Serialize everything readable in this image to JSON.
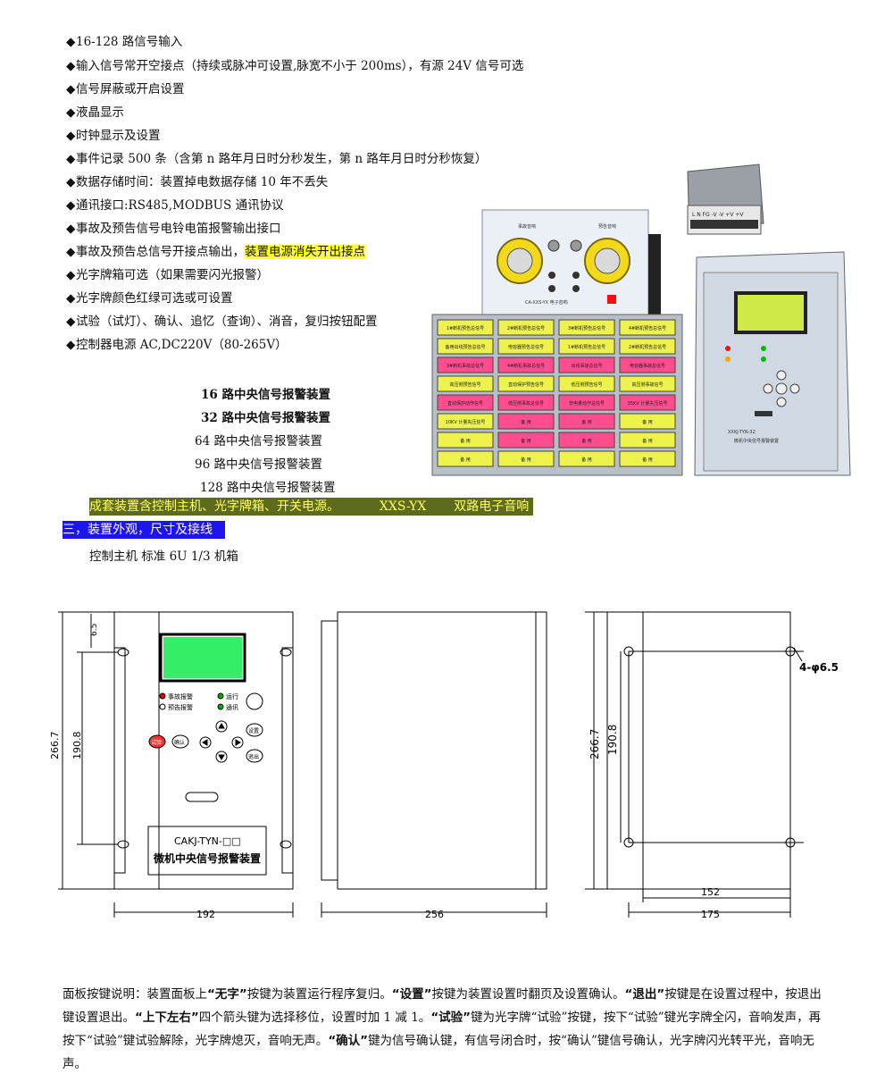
{
  "features": [
    "16-128 路信号输入",
    "输入信号常开空接点（持续或脉冲可设置,脉宽不小于 200ms），有源 24V 信号可选",
    "信号屏蔽或开启设置",
    "液晶显示",
    "时钟显示及设置",
    "事件记录 500 条（含第 n 路年月日时分秒发生，第 n 路年月日时分秒恢复）",
    "数据存储时间：装置掉电数据存储 10 年不丢失",
    "通讯接口:RS485,MODBUS 通讯协议",
    "事故及预告信号电铃电笛报警输出接口",
    "事故及预告总信号开接点输出，",
    "光字牌箱可选（如果需要闪光报警）",
    "光字牌颜色红绿可选或可设置",
    "试验（试灯）、确认、追忆（查询）、消音，复归按钮配置",
    "控制器电源 AC,DC220V（80-265V）"
  ],
  "feature_highlight": "装置电源消失开出接点",
  "products": [
    "16 路中央信号报警装置",
    "32 路中央信号报警装置",
    "64 路中央信号报警装置",
    "96 路中央信号报警装置",
    "128 路中央信号报警装置"
  ],
  "olive_bar": {
    "left": "成套装置含控制主机、光字牌箱、开关电源。",
    "model": "XXS-YX",
    "right": "双路电子音响"
  },
  "section_title": "三，装置外观，尺寸及接线",
  "chassis_note": "控制主机 标准 6U 1/3 机箱",
  "photo": {
    "sound_box_label": "CA-XXS-YX 电子音响",
    "sound_box_left": "事故音响",
    "sound_box_right": "预告音响",
    "psu_label": "L N FG -V -V +V +V",
    "controller_label": "XXKJ-TYN-32",
    "controller_sub": "微机中央信号报警装置",
    "panel_rows": [
      [
        "1#断机预告总信号",
        "2#断机预告总信号",
        "3#断机预告总信号",
        "4#断机预告总信号"
      ],
      [
        "备用出线预告总信号",
        "电容器预告总信号",
        "1#断机预告总信号",
        "2#断机预告总信号"
      ],
      [
        "3#断机事故总信号",
        "4#断机事故总信号",
        "出线事故总信号",
        "电容器事故总信号"
      ],
      [
        "高压侧预告信号",
        "直动保护预告信号",
        "低压侧预告信号",
        "高压侧事故信号"
      ],
      [
        "直动保护动作信号",
        "低压侧事故总信号",
        "非电量动作总信号",
        "35KV 计量失压信号"
      ],
      [
        "10KV 计量失压信号",
        "备 用",
        "备 用",
        "备 用"
      ],
      [
        "备 用",
        "备 用",
        "备 用",
        "备 用"
      ],
      [
        "备 用",
        "备 用",
        "备 用",
        "备 用"
      ]
    ]
  },
  "drawing": {
    "dim_266": "266.7",
    "dim_1908": "190.8",
    "dim_65": "6.5",
    "dim_192": "192",
    "dim_256": "256",
    "dim_152": "152",
    "dim_175": "175",
    "hole_note": "4-φ6.5",
    "model_label": "CAKJ-TYN-□□",
    "name_label": "微机中央信号报警装置",
    "led_fault": "事故报警",
    "led_warn": "预告报警",
    "led_run": "运行",
    "led_comm": "通讯",
    "btn_test": "试验",
    "btn_confirm": "确认",
    "btn_set": "设置",
    "btn_exit": "退出"
  },
  "paragraph": {
    "p1": "面板按键说明：装置面板上",
    "k1": "“无字”",
    "p2": "按键为装置运行程序复归。",
    "k2": "“设置”",
    "p3": "按键为装置设置时翻页及设置确认。",
    "k3": "“退出”",
    "p4": "按键是在设置过程中，按退出键设置退出。",
    "k4": "“上下左右”",
    "p5": "四个箭头键为选择移位，设置时加 1 减 1。",
    "k5": "“试验”",
    "p6": "键为光字牌“试验”按键，按下“试验”键光字牌全闪，音响发声，再按下“试验”键试验解除，光字牌熄灭，音响无声。",
    "k6": "“确认”",
    "p7": "键为信号确认键，有信号闭合时，按“确认”键信号确认，光字牌闪光转平光，音响无声。"
  },
  "colors": {
    "highlight": "#ffff33",
    "olive": "#5d6b1e",
    "blue": "#1e14f0",
    "lamp_yellow": "#eef24c",
    "lamp_pink": "#ff4d8d"
  }
}
